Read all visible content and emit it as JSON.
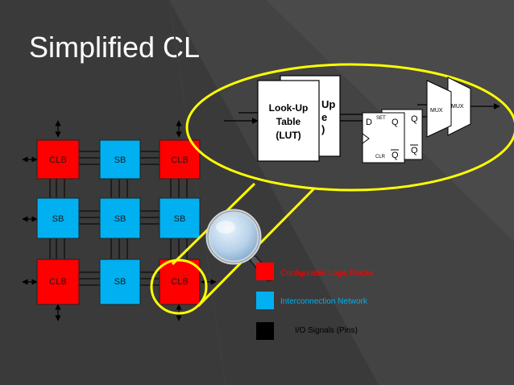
{
  "slide": {
    "title": "Simplified CLB Structure"
  },
  "grid": {
    "row1": [
      "CLB",
      "SB",
      "CLB"
    ],
    "row2": [
      "SB",
      "SB",
      "SB"
    ],
    "row3": [
      "CLB",
      "SB",
      "CLB"
    ]
  },
  "zoom": {
    "lut_front": [
      "Look-Up",
      "Table",
      "(LUT)"
    ],
    "lut_back_fragments": [
      "Up",
      "e",
      ")"
    ],
    "ff_labels": {
      "d": "D",
      "q": "Q",
      "q_bar": "Q",
      "set": "SET",
      "clr": "CLR"
    },
    "mux_front": "MUX",
    "mux_back": "MUX"
  },
  "legend": [
    {
      "label": "Configurable Logic Blocks",
      "color": "#ff0000",
      "text_color": "#ff0000"
    },
    {
      "label": "Interconnection Network",
      "color": "#00b0f0",
      "text_color": "#00b0f0"
    },
    {
      "label": "I/O Signals (Pins)",
      "color": "#000000",
      "text_color": "#000000"
    }
  ],
  "colors": {
    "background": "#3a3a3a",
    "clb": "#ff0000",
    "sb": "#00b0f0",
    "highlight": "#ffff00",
    "wire": "#000000",
    "arrow": "#000000",
    "lens": "#a8c8e8"
  }
}
